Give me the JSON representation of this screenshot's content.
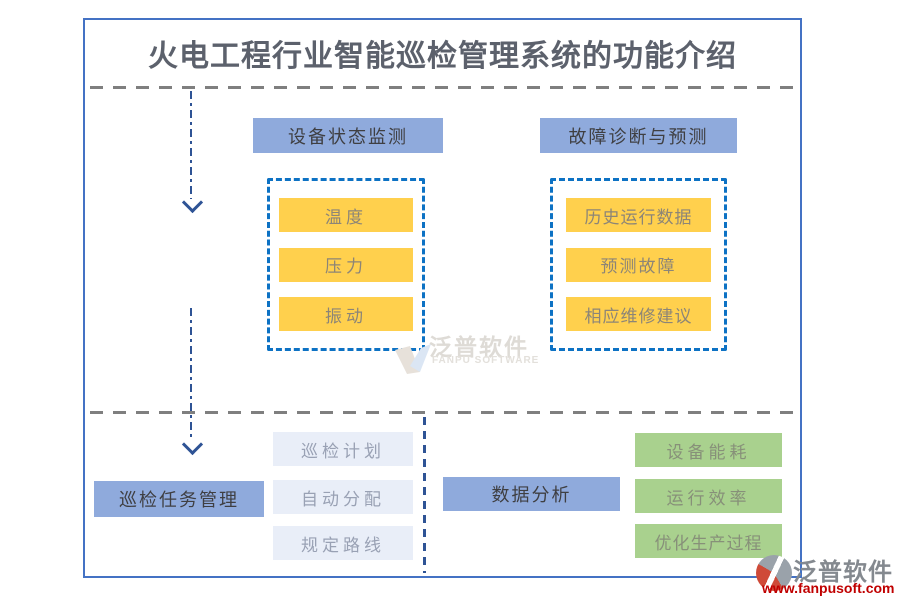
{
  "title": "火电工程行业智能巡检管理系统的功能介绍",
  "sections": {
    "monitoring": {
      "header": "设备状态监测",
      "items": [
        "温度",
        "压力",
        "振动"
      ]
    },
    "diagnosis": {
      "header": "故障诊断与预测",
      "items": [
        "历史运行数据",
        "预测故障",
        "相应维修建议"
      ]
    },
    "inspection": {
      "header": "巡检任务管理",
      "items": [
        "巡检计划",
        "自动分配",
        "规定路线"
      ]
    },
    "analysis": {
      "header": "数据分析",
      "items": [
        "设备能耗",
        "运行效率",
        "优化生产过程"
      ]
    }
  },
  "watermark": {
    "name": "泛普软件",
    "subtitle": "FANPU SOFTWARE"
  },
  "footer_logo": {
    "name": "泛普软件",
    "url": "www.fanpusoft.com"
  },
  "colors": {
    "frame_border": "#4472c4",
    "header_fill": "#8faadc",
    "yellow_fill": "#ffd04d",
    "light_fill": "#e9eef8",
    "green_fill": "#a9d18e",
    "dashed_container_border": "#0d72c4",
    "divider_gray": "#7f7f7f",
    "arrow_navy": "#2e5395",
    "url_red": "#c00000"
  }
}
